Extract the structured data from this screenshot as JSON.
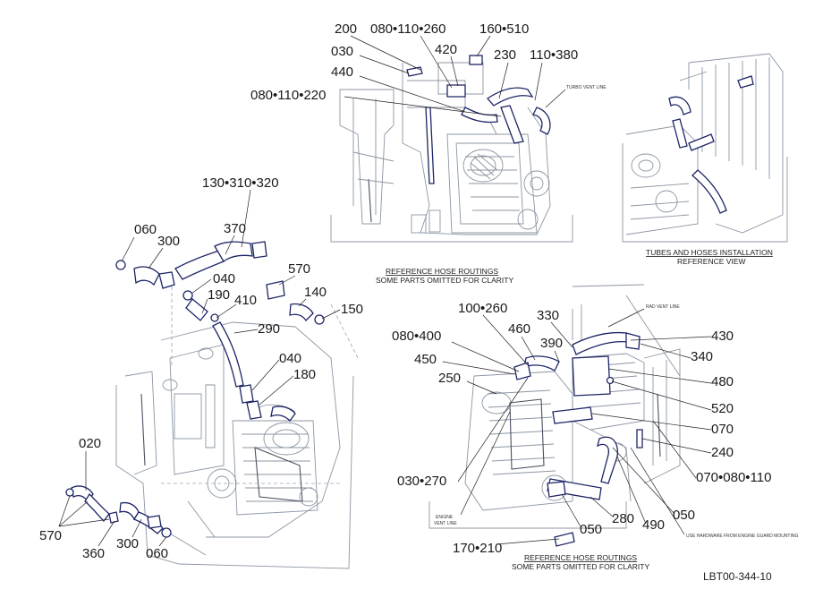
{
  "views": {
    "top_center": {
      "caption_line1": "REFERENCE HOSE ROUTINGS",
      "caption_line2": "SOME PARTS OMITTED FOR CLARITY",
      "note": "TURBO VENT LINE",
      "callouts": [
        "200",
        "080•110•260",
        "160•510",
        "420",
        "030",
        "230",
        "110•380",
        "440",
        "080•110•220"
      ]
    },
    "top_right": {
      "caption_line1": "TUBES AND HOSES INSTALLATION",
      "caption_line2": "REFERENCE VIEW"
    },
    "left": {
      "callouts": [
        "130•310•320",
        "370",
        "060",
        "300",
        "040",
        "570",
        "190",
        "140",
        "410",
        "150",
        "290",
        "040",
        "180",
        "020",
        "570",
        "360",
        "300",
        "060"
      ]
    },
    "bottom_right": {
      "caption_line1": "REFERENCE HOSE ROUTINGS",
      "caption_line2": "SOME PARTS OMITTED FOR CLARITY",
      "note_rad": "RAD VENT LINE",
      "note_engine_1": "ENGINE",
      "note_engine_2": "VENT LINE",
      "note_hardware": "USE HARDWARE FROM ENGINE GUARD MOUNTING",
      "callouts": [
        "100•260",
        "330",
        "080•400",
        "460",
        "390",
        "430",
        "340",
        "450",
        "250",
        "480",
        "520",
        "070",
        "240",
        "030•270",
        "070•080•110",
        "050",
        "280",
        "490",
        "050",
        "170•210"
      ]
    }
  },
  "drawing_ref": "LBT00-344-10",
  "colors": {
    "hose": "#1c2566",
    "engine": "#8c96a3",
    "text": "#1a1a1a"
  }
}
